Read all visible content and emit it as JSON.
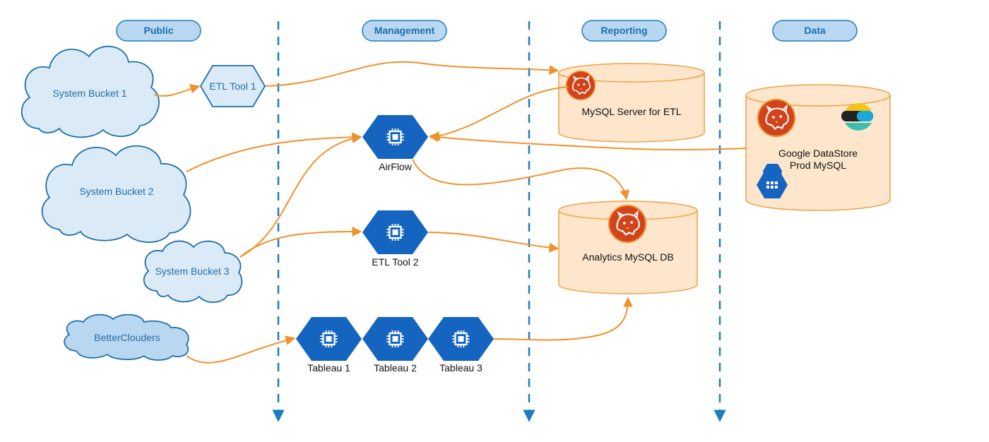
{
  "colors": {
    "divider": "#1b7dc0",
    "zone_fill": "#b9d7f0",
    "zone_stroke": "#1b7dc0",
    "cloud_fill": "#daeaf7",
    "cloud_stroke": "#1f6fa6",
    "hex_blue": "#1565c0",
    "db_fill": "#fde6cb",
    "db_stroke": "#f0a042",
    "arrow": "#f0922b",
    "mysql_icon": "#d0431b"
  },
  "zones": {
    "public": "Public",
    "management": "Management",
    "reporting": "Reporting",
    "data": "Data"
  },
  "sources": {
    "system_bucket_1": "System Bucket 1",
    "system_bucket_2": "System Bucket 2",
    "system_bucket_3": "System Bucket 3",
    "betterclouders": "BetterClouders"
  },
  "management": {
    "etl_tool_1": "ETL Tool 1",
    "airflow": "AirFlow",
    "etl_tool_2": "ETL Tool 2",
    "tableau_1": "Tableau 1",
    "tableau_2": "Tableau 2",
    "tableau_3": "Tableau 3"
  },
  "reporting": {
    "mysql_etl": "MySQL Server for ETL",
    "analytics_db": "Analytics MySQL DB"
  },
  "data_store": {
    "line1": "Google DataStore",
    "line2": "Prod MySQL"
  },
  "icons": {
    "compute": "compute-engine-chip-icon",
    "mysql": "mysql-cougar-icon",
    "elastic": "elasticsearch-icon",
    "datastore": "google-datastore-icon"
  }
}
